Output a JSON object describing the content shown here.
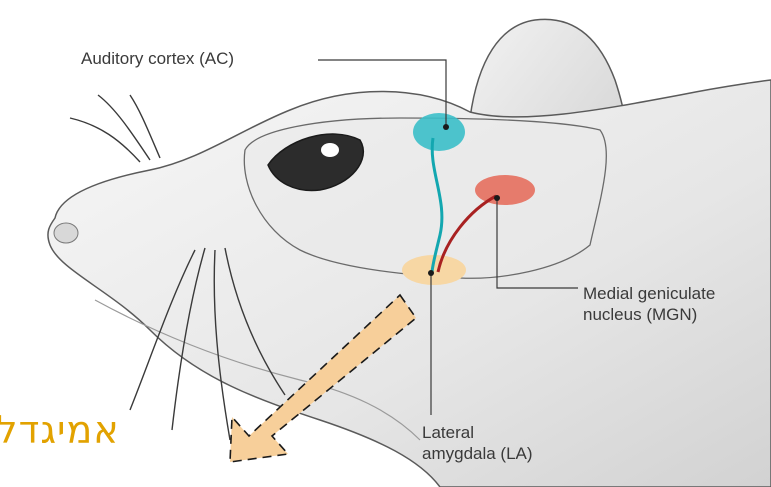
{
  "labels": {
    "auditory_cortex": "Auditory cortex (AC)",
    "mgn_line1": "Medial geniculate",
    "mgn_line2": "nucleus (MGN)",
    "la_line1": "Lateral",
    "la_line2": "amygdala (LA)",
    "hebrew_amygdala": "אמיגדל"
  },
  "colors": {
    "auditory_cortex": "#3bbfc9",
    "mgn": "#e66f5e",
    "lateral_amygdala": "#f7d7a4",
    "ac_to_la_pathway": "#13a7b0",
    "mgn_to_la_pathway": "#a82121",
    "arrow_fill": "#f7cf9a",
    "hebrew_text": "#e2a200"
  },
  "icons": {
    "arrow": "dashed-block-arrow",
    "subject": "rat-head-illustration"
  }
}
